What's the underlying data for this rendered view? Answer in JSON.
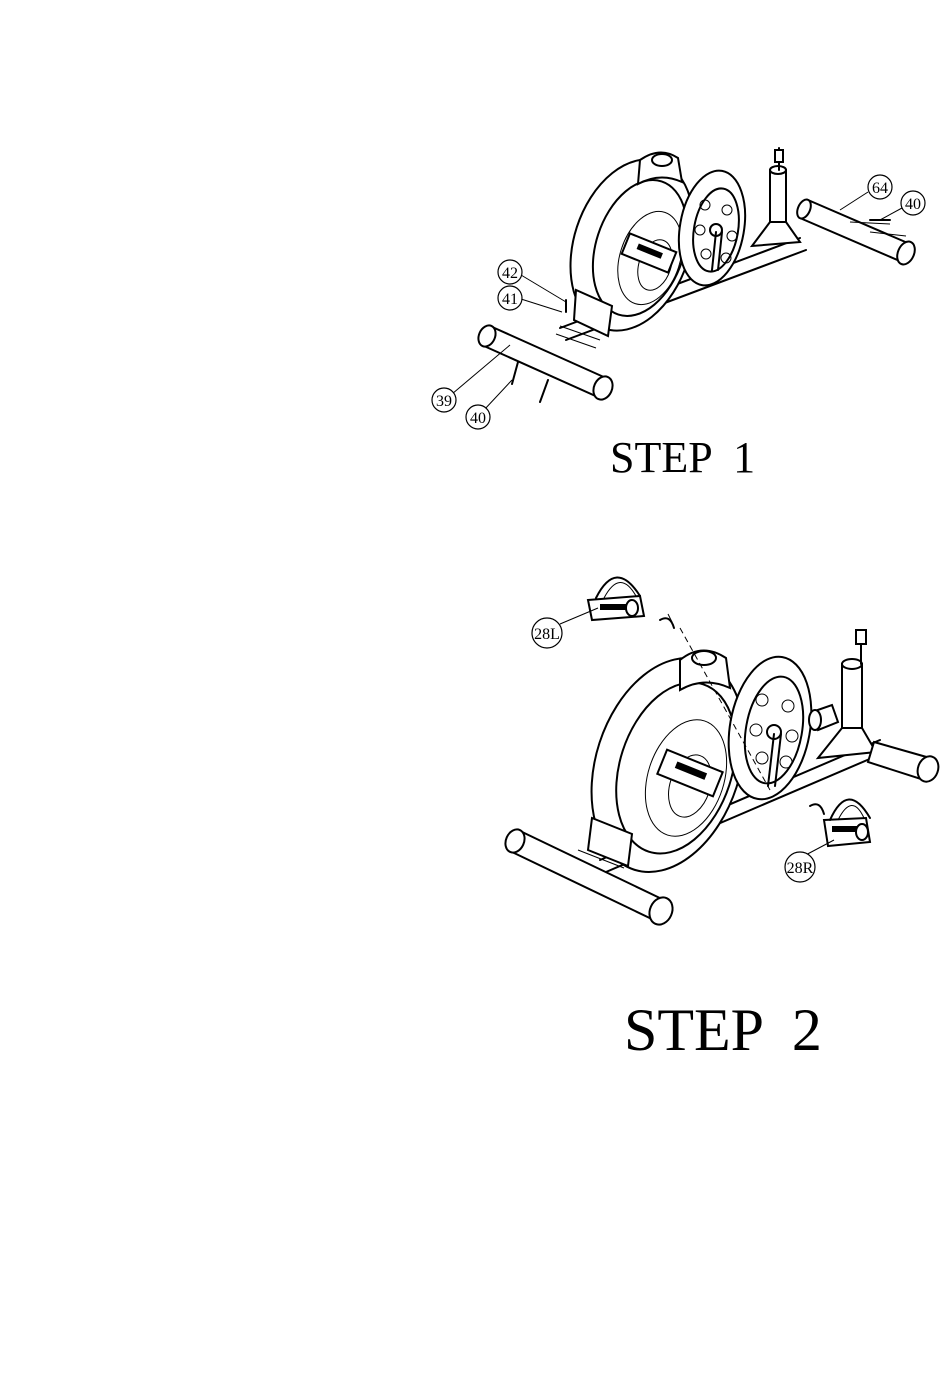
{
  "steps": [
    {
      "title": "STEP  1",
      "callouts": [
        "42",
        "41",
        "39",
        "40",
        "64",
        "40"
      ]
    },
    {
      "title": "STEP  2",
      "callouts": [
        "28L",
        "28R"
      ]
    }
  ]
}
